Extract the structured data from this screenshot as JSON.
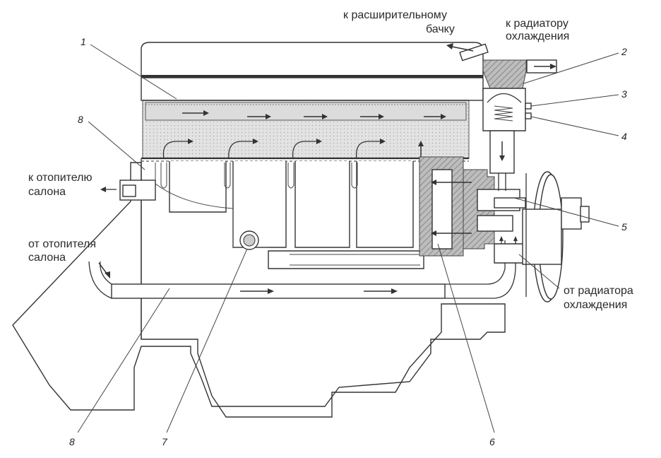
{
  "labels": {
    "to_expansion_tank_1": "к расширительному",
    "to_expansion_tank_2": "бачку",
    "to_radiator_1": "к радиатору",
    "to_radiator_2": "охлаждения",
    "to_heater_1": "к отопителю",
    "to_heater_2": "салона",
    "from_heater_1": "от отопителя",
    "from_heater_2": "салона",
    "from_radiator_1": "от радиатора",
    "from_radiator_2": "охлаждения"
  },
  "callouts": {
    "n1": "1",
    "n2": "2",
    "n3": "3",
    "n4": "4",
    "n5": "5",
    "n6": "6",
    "n7": "7",
    "n8a": "8",
    "n8b": "8"
  }
}
